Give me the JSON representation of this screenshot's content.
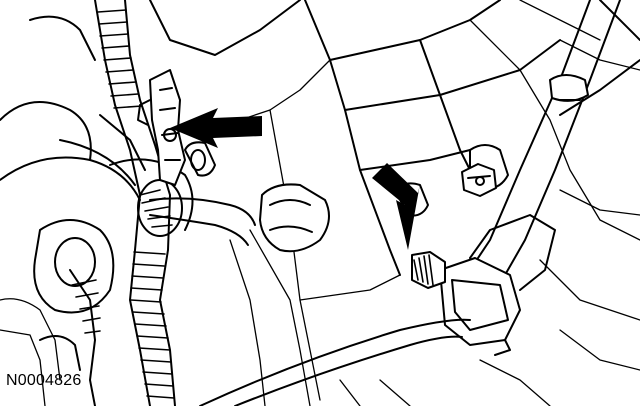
{
  "figure": {
    "code": "N0004826",
    "line_color": "#000000",
    "background_color": "#ffffff",
    "callout_arrows": [
      "harness-clip-arrow",
      "stud-arrow"
    ]
  }
}
